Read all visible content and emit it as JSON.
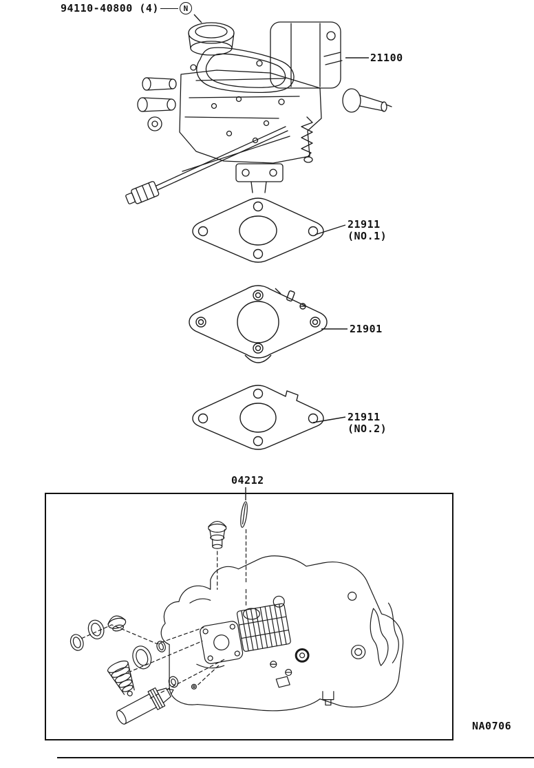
{
  "diagram": {
    "footer_code": "NA0706",
    "labels": {
      "fastener": {
        "part_number": "94110-40800 (4)",
        "symbol": "N"
      },
      "carburetor": {
        "part_number": "21100"
      },
      "gasket1": {
        "part_number": "21911",
        "note": "(NO.1)"
      },
      "spacer": {
        "part_number": "21901"
      },
      "gasket2": {
        "part_number": "21911",
        "note": "(NO.2)"
      },
      "kit": {
        "part_number": "04212"
      }
    }
  }
}
